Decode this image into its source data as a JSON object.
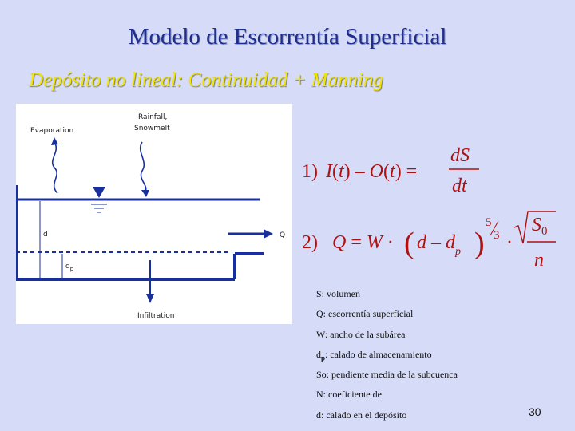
{
  "slide": {
    "title": "Modelo de Escorrentía Superficial",
    "subtitle": "Depósito no lineal: Continuidad + Manning",
    "page_number": "30"
  },
  "diagram": {
    "evaporation": "Evaporation",
    "rainfall_line1": "Rainfall,",
    "rainfall_line2": "Snowmelt",
    "d": "d",
    "dp": "d",
    "dp_sub": "p",
    "q": "Q",
    "infiltration": "Infiltration"
  },
  "equations": {
    "eq1_num": "1)",
    "eq1_i": "I",
    "eq1_o": "O",
    "eq1_t": "t",
    "eq1_ds": "dS",
    "eq1_dt": "dt",
    "eq2_num": "2)",
    "eq2_q": "Q",
    "eq2_w": "W",
    "eq2_d": "d",
    "eq2_dp": "d",
    "eq2_dp_sub": "p",
    "eq2_exp_num": "5",
    "eq2_exp_den": "3",
    "eq2_s0": "S",
    "eq2_s0_sub": "0",
    "eq2_n": "n"
  },
  "legend": [
    {
      "label": "S: volumen"
    },
    {
      "label": "Q: escorrentía superficial"
    },
    {
      "label": "W: ancho de la subárea"
    },
    {
      "label_main": "d",
      "label_sub": "p",
      "label_rest": ": calado de almacenamiento"
    },
    {
      "label": "So: pendiente media de la subcuenca"
    },
    {
      "label": "N: coeficiente de"
    },
    {
      "label": "d: calado en el depósito"
    }
  ],
  "colors": {
    "background": "#d6dcf7",
    "title": "#1f2e8c",
    "subtitle": "#f2e600",
    "equation": "#b01010",
    "diagram_lines": "#1a2f9e"
  }
}
